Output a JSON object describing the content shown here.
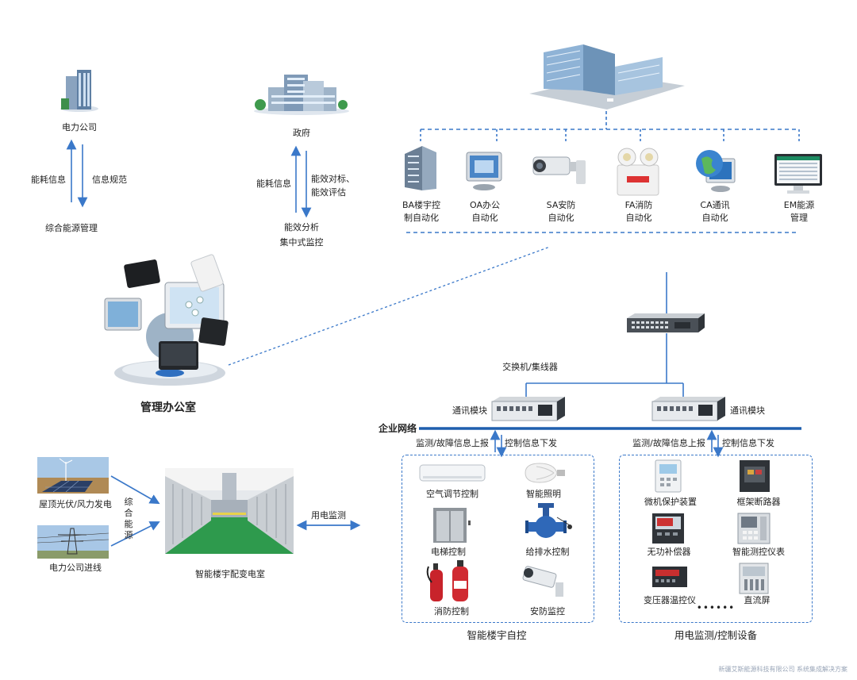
{
  "top_left": {
    "power_company": "电力公司",
    "left_arrow_label": "能耗信息",
    "right_arrow_label": "信息规范",
    "bottom": "综合能源管理"
  },
  "top_mid": {
    "government": "政府",
    "left_arrow_label": "能耗信息",
    "right_arrow_label_1": "能效对标、",
    "right_arrow_label_2": "能效评估",
    "bottom_1": "能效分析",
    "bottom_2": "集中式监控"
  },
  "subsystems": [
    {
      "line1": "BA楼宇控",
      "line2": "制自动化",
      "icon": "building-tower-icon"
    },
    {
      "line1": "OA办公",
      "line2": "自动化",
      "icon": "monitor-icon"
    },
    {
      "line1": "SA安防",
      "line2": "自动化",
      "icon": "cctv-camera-icon"
    },
    {
      "line1": "FA消防",
      "line2": "自动化",
      "icon": "emergency-light-icon"
    },
    {
      "line1": "CA通讯",
      "line2": "自动化",
      "icon": "globe-monitor-icon"
    },
    {
      "line1": "EM能源",
      "line2": "管理",
      "icon": "energy-screen-icon"
    }
  ],
  "management_office": "管理办公室",
  "switch_label": "交换机/集线器",
  "comm_module_left": "通讯模块",
  "comm_module_right": "通讯模块",
  "enterprise_network": "企业网络",
  "left_report": "监测/故障信息上报",
  "left_control": "控制信息下发",
  "right_report": "监测/故障信息上报",
  "right_control": "控制信息下发",
  "building_items": [
    {
      "label": "空气调节控制",
      "icon": "air-conditioner-icon"
    },
    {
      "label": "智能照明",
      "icon": "bulb-icon"
    },
    {
      "label": "电梯控制",
      "icon": "elevator-icon"
    },
    {
      "label": "给排水控制",
      "icon": "valve-icon"
    },
    {
      "label": "消防控制",
      "icon": "extinguisher-icon"
    },
    {
      "label": "安防监控",
      "icon": "camera-icon"
    }
  ],
  "building_panel_title": "智能楼宇自控",
  "power_items": [
    {
      "label": "微机保护装置",
      "icon": "protection-device-icon"
    },
    {
      "label": "框架断路器",
      "icon": "breaker-icon"
    },
    {
      "label": "无功补偿器",
      "icon": "compensator-icon"
    },
    {
      "label": "智能测控仪表",
      "icon": "meter-icon"
    },
    {
      "label": "变压器温控仪",
      "icon": "temp-controller-icon"
    },
    {
      "label": "直流屏",
      "icon": "dc-panel-icon"
    }
  ],
  "power_more": "••••••",
  "power_panel_title": "用电监测/控制设备",
  "solar_label": "屋顶光伏/风力发电",
  "grid_label": "电力公司进线",
  "energy_label": "综合能源",
  "substation_label": "智能楼宇配变电室",
  "power_monitor_label": "用电监测",
  "footer": "新疆艾斯能源科技有限公司  系统集成解决方案"
}
